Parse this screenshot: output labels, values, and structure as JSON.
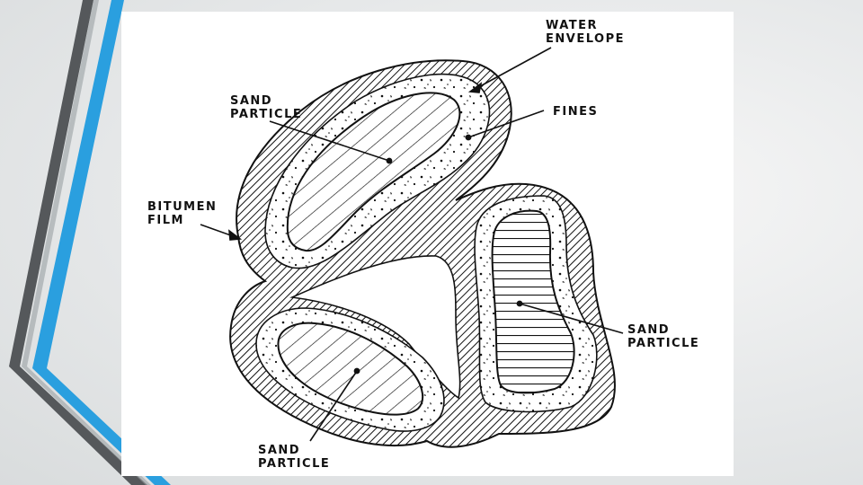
{
  "slide": {
    "background": "#eceeef",
    "accent_colors": {
      "dark": "#4a4d50",
      "blue": "#2a9fdf",
      "light_blue": "#7cc5ee"
    }
  },
  "diagram": {
    "labels": {
      "water_envelope": [
        "WATER",
        "ENVELOPE"
      ],
      "fines": "FINES",
      "sand_particle_top": [
        "SAND",
        "PARTICLE"
      ],
      "bitumen_film": [
        "BITUMEN",
        "FILM"
      ],
      "sand_particle_right": [
        "SAND",
        "PARTICLE"
      ],
      "sand_particle_bottom": [
        "SAND",
        "PARTICLE"
      ]
    }
  }
}
